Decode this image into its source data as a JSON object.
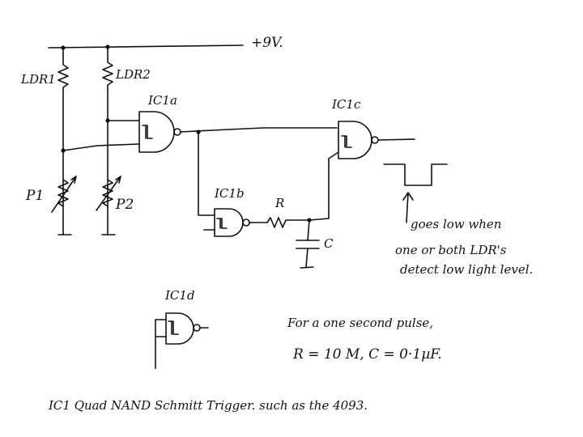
{
  "labels": {
    "supply": "+9V.",
    "ldr1": "LDR1",
    "ldr2": "LDR2",
    "p1": "P1",
    "p2": "P2",
    "ic1a": "IC1a",
    "ic1b": "IC1b",
    "ic1c": "IC1c",
    "ic1d": "IC1d",
    "resistor": "R",
    "capacitor": "C"
  },
  "notes": {
    "goes_low_line1": "goes low when",
    "goes_low_line2": "one or both LDR's",
    "goes_low_line3": "detect low light level.",
    "pulse_line1": "For a one second pulse,",
    "pulse_line2": "R = 10 M,  C = 0·1µF.",
    "footer": "IC1  Quad NAND Schmitt Trigger.  such as the  4093."
  }
}
